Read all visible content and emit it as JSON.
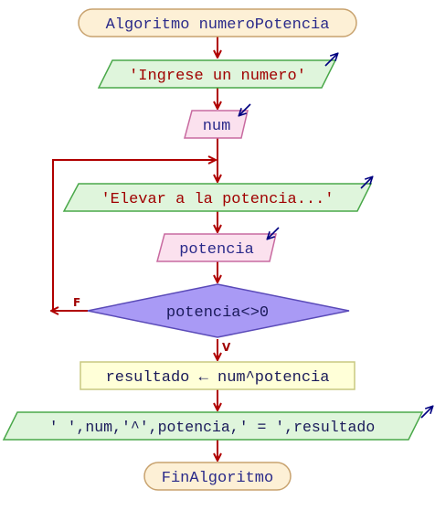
{
  "flowchart": {
    "start_label": "Algoritmo numeroPotencia",
    "output_prompt": "'Ingrese un numero'",
    "input_num": "num",
    "output_elevar": "'Elevar a la potencia...'",
    "input_potencia": "potencia",
    "condition": "potencia<>0",
    "branch_false": "F",
    "branch_true": "V",
    "assign_target": "resultado",
    "assign_arrow": "←",
    "assign_expr": "num^potencia",
    "final_output": "' ',num,'^',potencia,' = ',resultado",
    "end_label": "FinAlgoritmo"
  },
  "colors": {
    "flow_line": "#b00000",
    "terminal_fill": "#fdf0d6",
    "terminal_stroke": "#c8a26e",
    "output_fill": "#dff5dc",
    "output_stroke": "#4aa84a",
    "input_fill": "#fbe1ee",
    "input_stroke": "#c86aa0",
    "decision_fill": "#a99af5",
    "decision_stroke": "#5a4ab8",
    "process_fill": "#ffffd8",
    "process_stroke": "#c8c880",
    "text_blue": "#2a2a8a",
    "text_red": "#a00000",
    "io_arrow": "#000080"
  }
}
